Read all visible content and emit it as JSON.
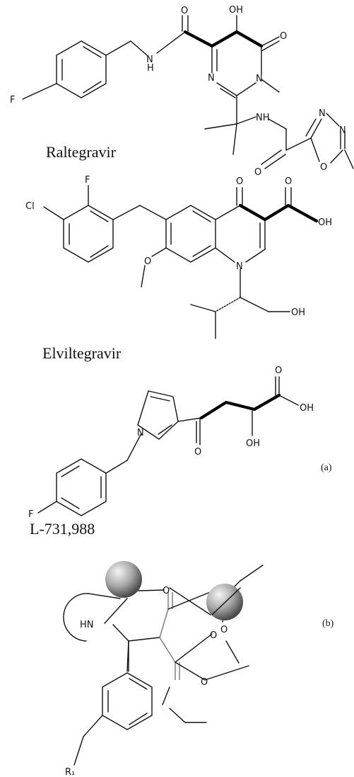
{
  "compounds": [
    {
      "name": "Raltegravir"
    },
    {
      "name": "Elviltegravir"
    },
    {
      "name": "L-731,988"
    }
  ],
  "panel_labels": {
    "a": "(a)",
    "b": "(b)"
  },
  "atom_labels": {
    "raltegravir": {
      "F": "F",
      "NH_amide": "H",
      "N_amide": "N",
      "O1": "O",
      "OH": "OH",
      "O2": "O",
      "N1": "N",
      "N2": "N",
      "NH2": "NH",
      "O3": "O",
      "O4": "O",
      "N3": "N",
      "N4": "N"
    },
    "elvitegravir": {
      "Cl": "Cl",
      "F": "F",
      "O_keto": "O",
      "O_acid": "O",
      "OH_acid": "OH",
      "N": "N",
      "OH": "OH"
    },
    "l731988": {
      "N": "N",
      "O1": "O",
      "O2": "O",
      "OH1": "OH",
      "OH2": "OH",
      "F": "F"
    },
    "complex": {
      "HN": "HN",
      "O1": "O",
      "O2": "O",
      "O3": "O",
      "O4": "O",
      "R1": "R₁"
    }
  },
  "colors": {
    "ink": "#111111",
    "metal_light": "#f4f4f4",
    "metal_dark": "#4a4a4a"
  }
}
